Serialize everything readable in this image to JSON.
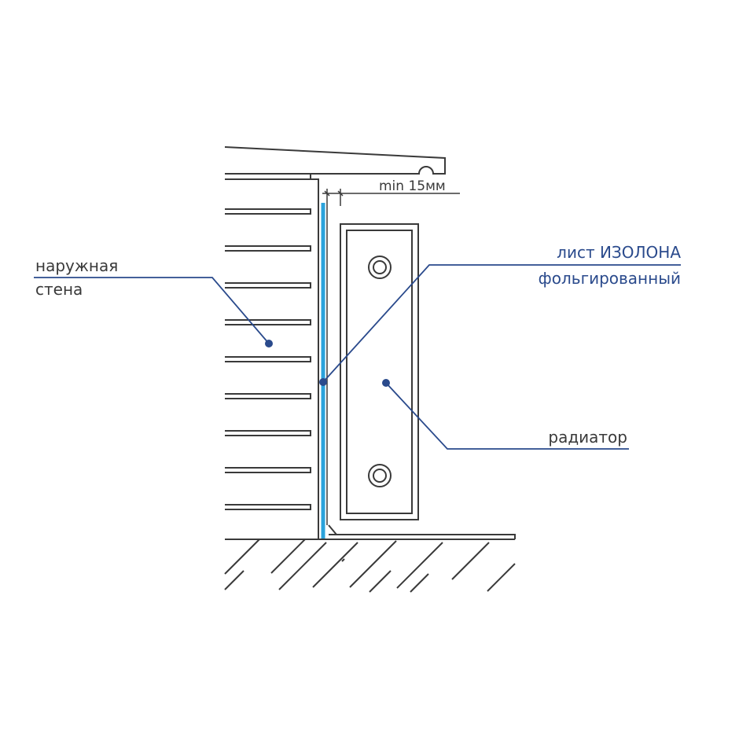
{
  "labels": {
    "outer_wall_line1": "наружная",
    "outer_wall_line2": "стена",
    "sheet_line1_prefix": "лист ",
    "sheet_line1_brand": "ИЗОЛОНА",
    "sheet_line2": "фольгированный",
    "radiator": "радиатор",
    "dimension": "min 15мм"
  },
  "colors": {
    "line": "#3a3a3a",
    "leader": "#2a4a8c",
    "foil": "#2aa3dc",
    "brand_text": "#2a4a8c",
    "dark_text": "#3a3a3a"
  }
}
